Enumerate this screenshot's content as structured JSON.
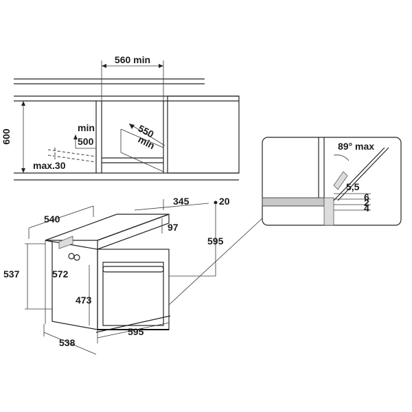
{
  "cabinet": {
    "width_min": "560 min",
    "height": "600",
    "min_label": "min",
    "depth_min_value": "500",
    "vent_max": "max.30",
    "depth2_value": "550",
    "depth2_min": "min"
  },
  "oven": {
    "top_depth": "540",
    "panel_depth": "345",
    "offset": "20",
    "front_height": "595",
    "step": "97",
    "side_height_1": "537",
    "side_height_2": "572",
    "door_height": "473",
    "total_depth": "538",
    "front_width": "595"
  },
  "detail": {
    "angle": "89° max",
    "d1": "5,5",
    "d2": "6",
    "d3": "2",
    "d4": "4"
  }
}
